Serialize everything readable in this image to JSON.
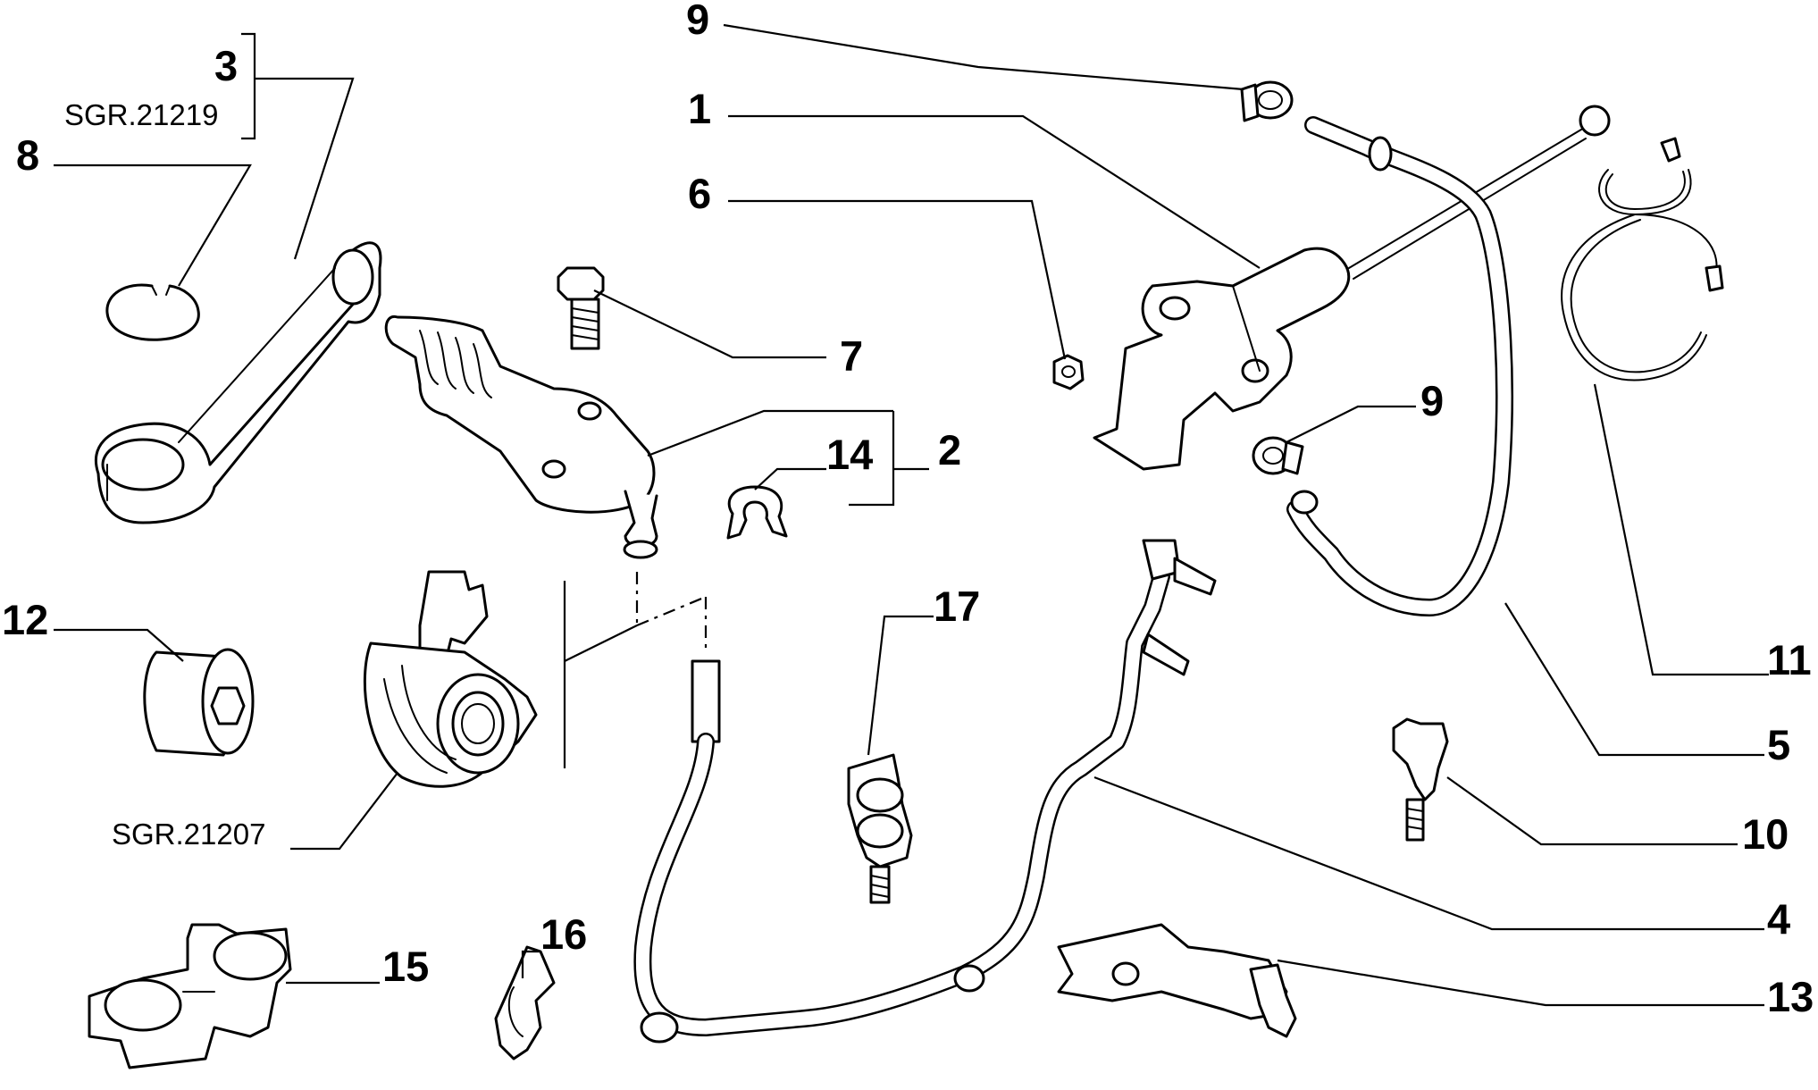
{
  "diagram": {
    "callouts": [
      {
        "id": "c1",
        "number": "1"
      },
      {
        "id": "c2",
        "number": "2"
      },
      {
        "id": "c3",
        "number": "3",
        "ref": "SGR.21219"
      },
      {
        "id": "c4",
        "number": "4"
      },
      {
        "id": "c5",
        "number": "5"
      },
      {
        "id": "c6",
        "number": "6"
      },
      {
        "id": "c7",
        "number": "7"
      },
      {
        "id": "c8",
        "number": "8"
      },
      {
        "id": "c9a",
        "number": "9"
      },
      {
        "id": "c9b",
        "number": "9"
      },
      {
        "id": "c10",
        "number": "10"
      },
      {
        "id": "c11",
        "number": "11"
      },
      {
        "id": "c12",
        "number": "12"
      },
      {
        "id": "c13",
        "number": "13"
      },
      {
        "id": "c14",
        "number": "14"
      },
      {
        "id": "c15",
        "number": "15"
      },
      {
        "id": "c16",
        "number": "16"
      },
      {
        "id": "c17",
        "number": "17"
      },
      {
        "id": "cbearing",
        "ref": "SGR.21207"
      }
    ]
  }
}
